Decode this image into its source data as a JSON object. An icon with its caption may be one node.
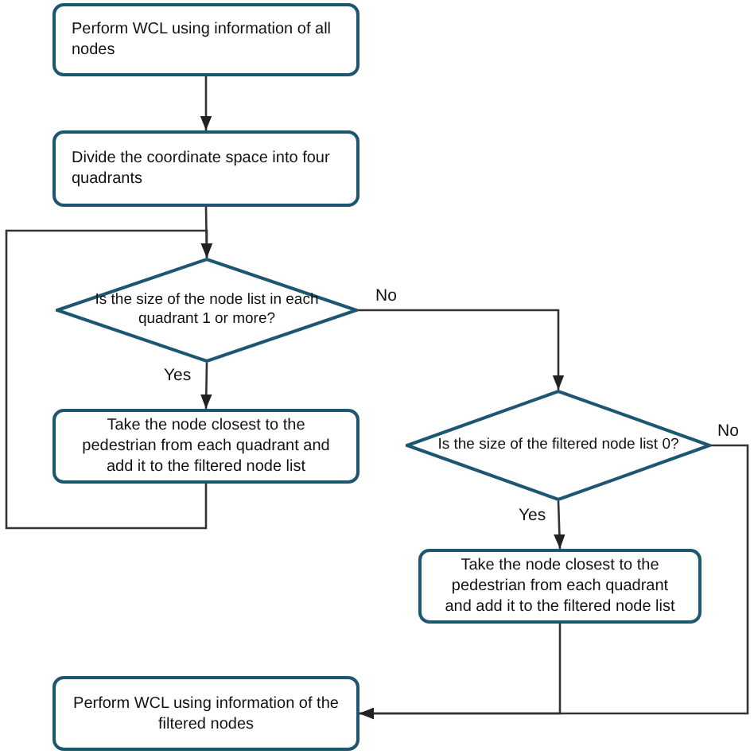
{
  "diagram": {
    "nodes": [
      {
        "text": [
          "Perform WCL using information of all nodes"
        ]
      },
      {
        "text": [
          "Divide the coordinate space into four quadrants"
        ]
      },
      {
        "text": [
          "Is the size of the node list in each quadrant 1 or more?"
        ]
      },
      {
        "text": [
          "Take the node closest to the pedestrian from each quadrant and add it to the filtered node list"
        ]
      },
      {
        "text": [
          "Is the size of the filtered node list 0?"
        ]
      },
      {
        "text": [
          "Take the node closest to the pedestrian from each quadrant and add it to the filtered node list"
        ]
      },
      {
        "text": [
          "Perform WCL using information of the filtered nodes"
        ]
      }
    ],
    "edges": [
      {
        "from": 0,
        "to": 1,
        "arrow": "to"
      },
      {
        "from": 1,
        "to": 2,
        "arrow": "to"
      },
      {
        "from": 2,
        "to": 3,
        "arrow": "to",
        "label": "Yes"
      },
      {
        "from": 2,
        "to": 4,
        "arrow": "to",
        "label": "No"
      },
      {
        "from": 3,
        "to": 2,
        "arrow": "to"
      },
      {
        "from": 4,
        "to": 5,
        "arrow": "to",
        "label": "Yes"
      },
      {
        "from": 4,
        "to": 6,
        "arrow": "to",
        "label": "No"
      },
      {
        "from": 5,
        "to": 6,
        "arrow": "to"
      }
    ]
  }
}
